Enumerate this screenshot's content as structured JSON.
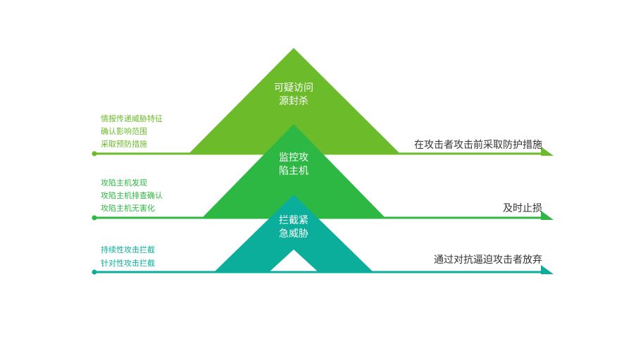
{
  "colors": {
    "tier1": "#6cbb2a",
    "tier2": "#2db843",
    "tier3": "#0aae9a",
    "line1": "#6cbb2a",
    "line2": "#2db843",
    "line3": "#0aae9a",
    "text_dark": "#333333"
  },
  "tiers": [
    {
      "title_lines": [
        "可疑访问",
        "源封杀"
      ],
      "left_items": [
        "情报传递威胁特征",
        "确认影响范围",
        "采取预防措施"
      ],
      "right_note": "在攻击者攻击前采取防护措施"
    },
    {
      "title_lines": [
        "监控攻",
        "陷主机"
      ],
      "left_items": [
        "攻陷主机发现",
        "攻陷主机排查确认",
        "攻陷主机无害化"
      ],
      "right_note": "及时止损"
    },
    {
      "title_lines": [
        "拦截紧",
        "急威胁"
      ],
      "left_items": [
        "持续性攻击拦截",
        "针对性攻击拦截"
      ],
      "right_note": "通过对抗逼迫攻击者放弃"
    }
  ]
}
